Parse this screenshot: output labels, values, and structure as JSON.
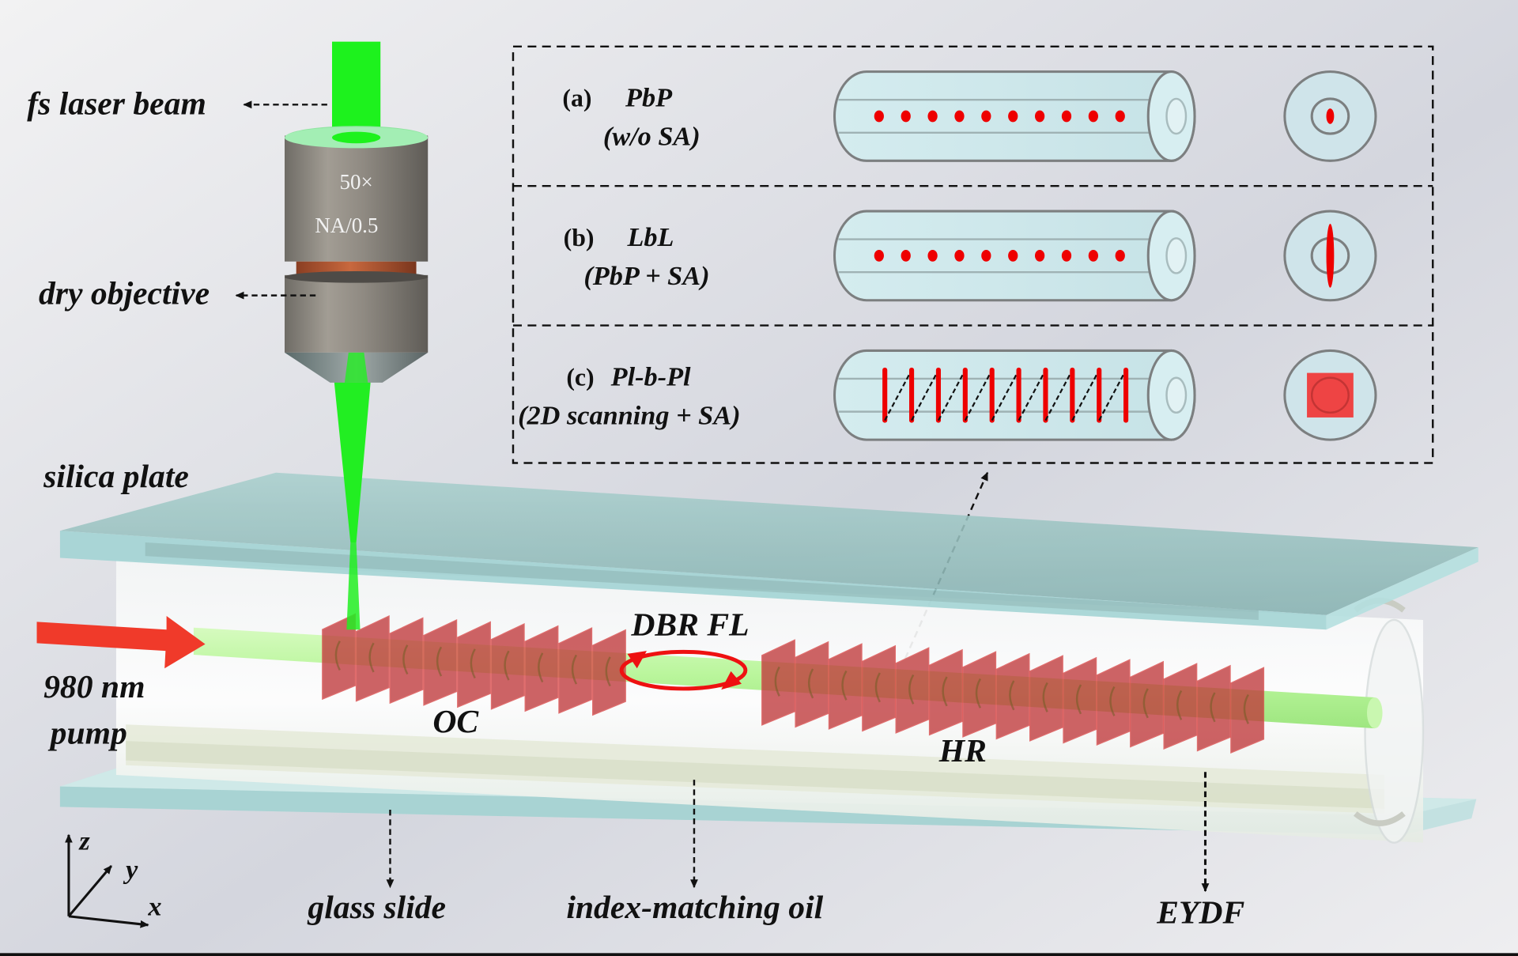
{
  "figure": {
    "labels": {
      "fs_laser_beam": "fs laser beam",
      "dry_objective": "dry objective",
      "silica_plate": "silica plate",
      "pump_line1": "980 nm",
      "pump_line2": "pump",
      "oc": "OC",
      "dbr_fl": "DBR FL",
      "hr": "HR",
      "glass_slide": "glass slide",
      "index_matching_oil": "index-matching oil",
      "eydf": "EYDF"
    },
    "objective": {
      "magnification": "50×",
      "numerical_aperture": "NA/0.5"
    },
    "axes": {
      "z": "z",
      "y": "y",
      "x": "x"
    },
    "inset": {
      "rows": [
        {
          "tag": "(a)",
          "method": "PbP",
          "detail": "(w/o SA)",
          "pattern": "points",
          "cross_section": "small-dot"
        },
        {
          "tag": "(b)",
          "method": "LbL",
          "detail": "(PbP + SA)",
          "pattern": "points",
          "cross_section": "vertical-line"
        },
        {
          "tag": "(c)",
          "method": "Pl-b-Pl",
          "detail": "(2D scanning + SA)",
          "pattern": "zigzag-lines",
          "cross_section": "square-plane"
        }
      ],
      "points_per_row": 10
    },
    "gratings": {
      "oc_plates": 9,
      "hr_plates": 15
    },
    "colors": {
      "laser_green": "#22ee22",
      "grating_red": "#c0393b",
      "mark_red": "#ee0000",
      "glass": "#9fd0d0",
      "fiber_core": "#b8f59a",
      "pump_arrow": "#f03a2a",
      "background": "#e9eaee"
    }
  }
}
